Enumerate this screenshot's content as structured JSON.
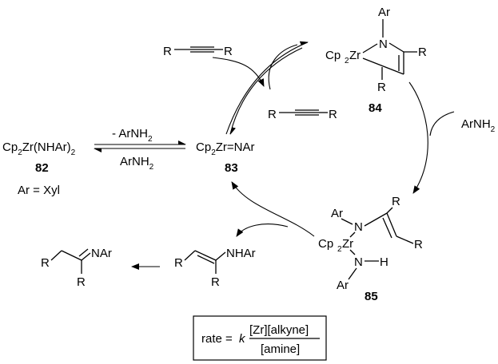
{
  "compounds": {
    "c82": {
      "formula_main": "Cp",
      "sub1": "2",
      "formula_mid": "Zr(NHAr)",
      "sub2": "2",
      "number": "82",
      "ar_def": "Ar = Xyl"
    },
    "c83": {
      "formula_main": "Cp",
      "sub1": "2",
      "formula_tail": "Zr=NAr",
      "number": "83"
    },
    "c84": {
      "number": "84",
      "ar": "Ar",
      "n": "N",
      "cp": "Cp",
      "cp_sub": "2",
      "zr": "Zr",
      "r1": "R",
      "r2": "R"
    },
    "c85": {
      "number": "85",
      "ar_top": "Ar",
      "n_top": "N",
      "cp": "Cp",
      "cp_sub": "2",
      "zr": "Zr",
      "n_bottom": "N",
      "h": "H",
      "ar_bottom": "Ar",
      "r_top": "R",
      "r_right": "R"
    }
  },
  "reagents": {
    "alkyne_in": {
      "r_left": "R",
      "r_right": "R"
    },
    "alkyne_out": {
      "r_left": "R",
      "r_right": "R"
    },
    "arnh2_in": "ArNH",
    "arnh2_in_sub": "2",
    "eq_forward": "- ArNH",
    "eq_forward_sub": "2",
    "eq_back": "ArNH",
    "eq_back_sub": "2"
  },
  "products": {
    "enamine": {
      "nhar": "NHAr",
      "r1": "R",
      "r2": "R"
    },
    "imine": {
      "nar": "NAr",
      "r1": "R",
      "r2": "R"
    }
  },
  "rate_law": {
    "prefix": "rate = ",
    "k": "k",
    "numerator": "[Zr][alkyne]",
    "denominator": "[amine]"
  }
}
